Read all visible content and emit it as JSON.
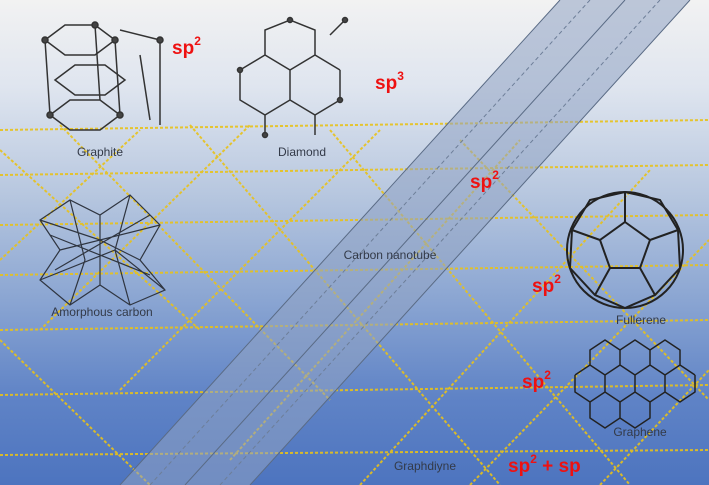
{
  "structures": {
    "graphite": {
      "label": "Graphite",
      "hybrid": {
        "base": "sp",
        "sup": "2",
        "tail": ""
      }
    },
    "diamond": {
      "label": "Diamond",
      "hybrid": {
        "base": "sp",
        "sup": "3",
        "tail": ""
      }
    },
    "amorphous": {
      "label": "Amorphous carbon"
    },
    "nanotube": {
      "label": "Carbon nanotube",
      "hybrid": {
        "base": "sp",
        "sup": "2",
        "tail": ""
      }
    },
    "fullerene": {
      "label": "Fullerene",
      "hybrid": {
        "base": "sp",
        "sup": "2",
        "tail": ""
      }
    },
    "graphene": {
      "label": "Graphene",
      "hybrid": {
        "base": "sp",
        "sup": "2",
        "tail": ""
      }
    },
    "graphdiyne": {
      "label": "Graphdiyne",
      "hybrid": {
        "base": "sp",
        "sup": "2",
        "tail": " + sp"
      }
    }
  },
  "colors": {
    "hybrid_text": "#ee1111",
    "lattice": "#e8c21a",
    "bond": "#333333"
  }
}
